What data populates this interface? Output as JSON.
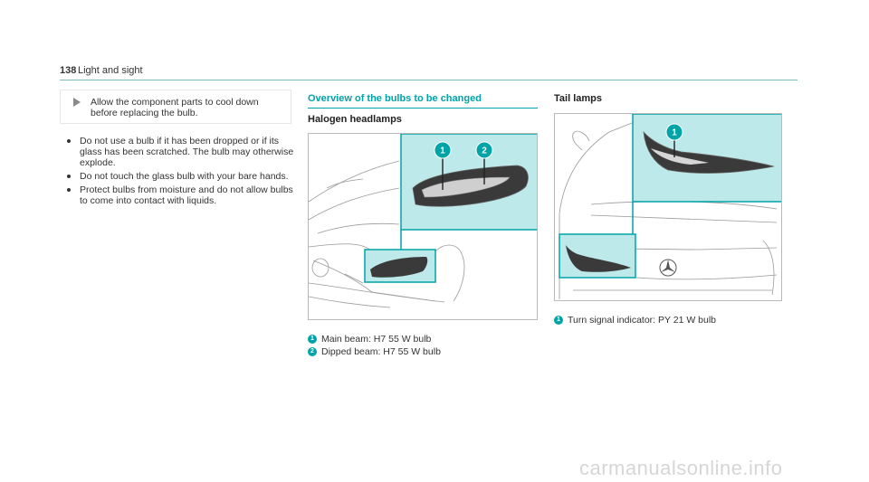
{
  "header": {
    "page_number": "138",
    "section": "Light and sight"
  },
  "note": {
    "text": "Allow the component parts to cool down before replacing the bulb."
  },
  "bullets": [
    "Do not use a bulb if it has been dropped or if its glass has been scratched. The bulb may otherwise explode.",
    "Do not touch the glass bulb with your bare hands.",
    "Protect bulbs from moisture and do not allow bulbs to come into contact with liquids."
  ],
  "overview": {
    "title": "Overview of the bulbs to be changed",
    "headlamps": {
      "heading": "Halogen headlamps",
      "callouts": [
        "1",
        "2"
      ],
      "legend": [
        {
          "num": "1",
          "text": "Main beam: H7 55 W bulb"
        },
        {
          "num": "2",
          "text": "Dipped beam: H7 55 W bulb"
        }
      ]
    },
    "tail": {
      "heading": "Tail lamps",
      "callouts": [
        "1"
      ],
      "legend": [
        {
          "num": "1",
          "text": "Turn signal indicator: PY 21 W bulb"
        }
      ]
    }
  },
  "colors": {
    "accent": "#00a3a6",
    "highlight_fill": "#bde9ea"
  },
  "watermark": "carmanualsonline.info"
}
